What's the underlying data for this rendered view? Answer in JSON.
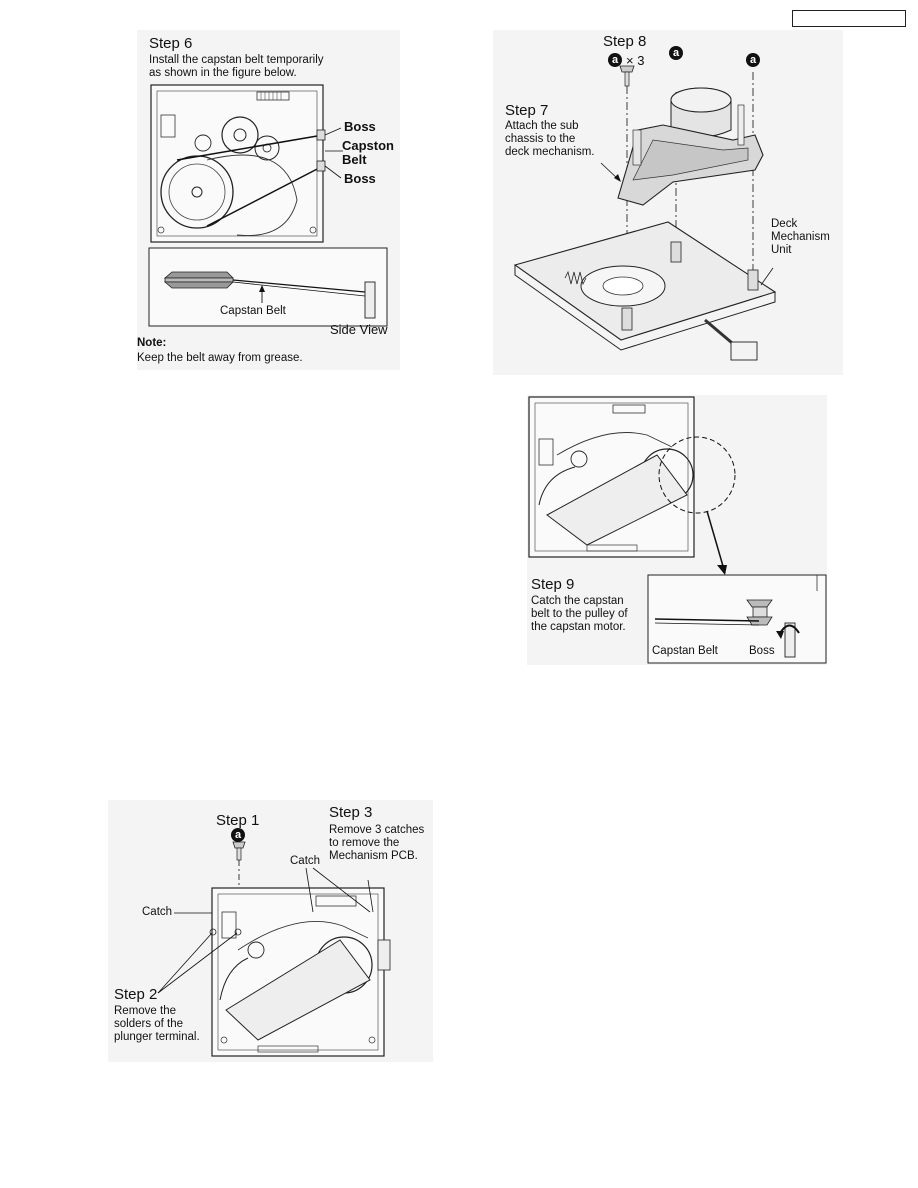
{
  "header_box": "",
  "step6": {
    "title": "Step 6",
    "text": "Install the capstan belt temporarily\nas shown in the figure below.",
    "label_boss_top": "Boss",
    "label_capston_belt": "Capston\nBelt",
    "label_boss_bottom": "Boss",
    "label_capstan_belt_side": "Capstan Belt",
    "label_side_view": "Side View",
    "note_title": "Note:",
    "note_text": "Keep the belt away from grease."
  },
  "step7": {
    "title": "Step 7",
    "text": "Attach the sub\nchassis to the\ndeck mechanism."
  },
  "step8": {
    "title": "Step 8",
    "badge": "a",
    "count": "× 3",
    "badge_center": "a",
    "badge_right": "a",
    "label_deck": "Deck\nMechanism\nUnit"
  },
  "step9": {
    "title": "Step 9",
    "text": "Catch the capstan\nbelt to the pulley of\nthe capstan motor.",
    "label_capstan_belt": "Capstan Belt",
    "label_boss": "Boss"
  },
  "bottom_fig": {
    "step1_title": "Step 1",
    "step1_badge": "a",
    "step3_title": "Step 3",
    "step3_text": "Remove 3 catches\nto remove the\nMechanism PCB.",
    "label_catch_top": "Catch",
    "label_catch_left": "Catch",
    "step2_title": "Step 2",
    "step2_text": "Remove the\nsolders of the\nplunger terminal."
  }
}
